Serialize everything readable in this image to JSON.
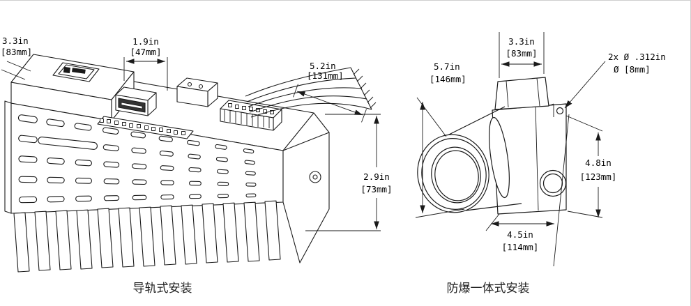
{
  "page": {
    "background": "#ffffff",
    "line_color": "#1a1a1a",
    "border_color": "#cfcfcf"
  },
  "left_drawing": {
    "caption": "导轨式安装",
    "dimensions": {
      "depth_in": "3.3in",
      "depth_mm": "[83mm]",
      "top_width_in": "1.9in",
      "top_width_mm": "[47mm]",
      "length_in": "5.2in",
      "length_mm": "[131mm]",
      "height_in": "2.9in",
      "height_mm": "[73mm]"
    }
  },
  "right_drawing": {
    "caption": "防爆一体式安装",
    "dimensions": {
      "lens_diameter_in": "5.7in",
      "lens_diameter_mm": "[146mm]",
      "body_width_in": "3.3in",
      "body_width_mm": "[83mm]",
      "mount_holes_in": "2x Ø .312in",
      "mount_holes_mm": "Ø [8mm]",
      "height_in": "4.8in",
      "height_mm": "[123mm]",
      "length_in": "4.5in",
      "length_mm": "[114mm]"
    }
  }
}
